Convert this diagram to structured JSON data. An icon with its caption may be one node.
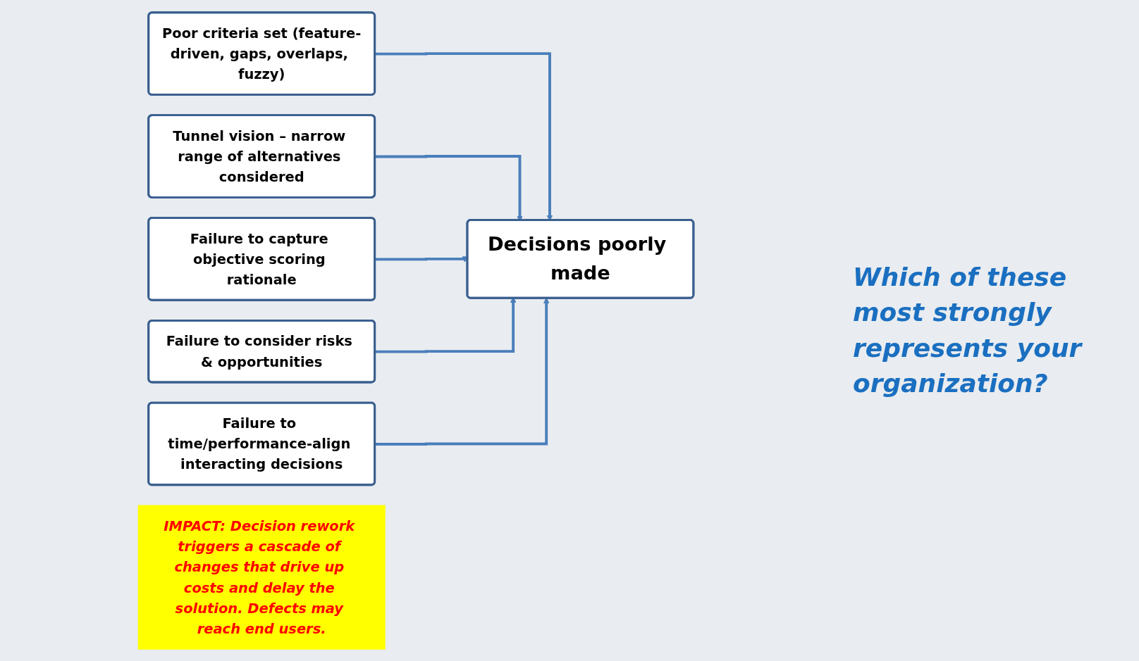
{
  "diagram": {
    "nodes": [
      {
        "text": [
          "Poor criteria set (feature-driven, gaps, overlaps, fuzzy)"
        ]
      },
      {
        "text": [
          "Tunnel vision – narrow range of alternatives considered"
        ]
      },
      {
        "text": [
          "Failure to capture objective scoring rationale"
        ]
      },
      {
        "text": [
          "Failure to consider risks & opportunities"
        ]
      },
      {
        "text": [
          "Failure to time/performance-align interacting decisions"
        ]
      },
      {
        "text": [
          "Decisions poorly made"
        ]
      },
      {
        "text": [
          "IMPACT: Decision rework triggers a cascade of changes that drive up costs and delay the solution. Defects may reach end users."
        ]
      }
    ],
    "edges": [
      {
        "from": 0,
        "to": 5,
        "arrow": "to"
      },
      {
        "from": 1,
        "to": 5,
        "arrow": "to"
      },
      {
        "from": 2,
        "to": 5,
        "arrow": "to"
      },
      {
        "from": 3,
        "to": 5,
        "arrow": "to"
      },
      {
        "from": 4,
        "to": 5,
        "arrow": "to"
      }
    ],
    "labels": [
      "Which of these most strongly represents your organization?"
    ]
  }
}
